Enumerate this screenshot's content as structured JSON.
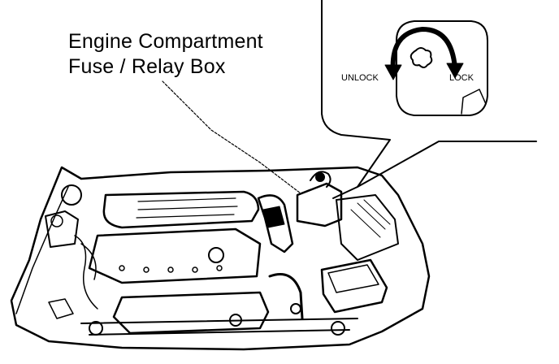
{
  "callout": {
    "line1": "Engine Compartment",
    "line2": "Fuse / Relay Box"
  },
  "inset": {
    "unlock_label": "UNLOCK",
    "lock_label": "LOCK"
  },
  "colors": {
    "ink": "#000000",
    "paper": "#ffffff"
  }
}
